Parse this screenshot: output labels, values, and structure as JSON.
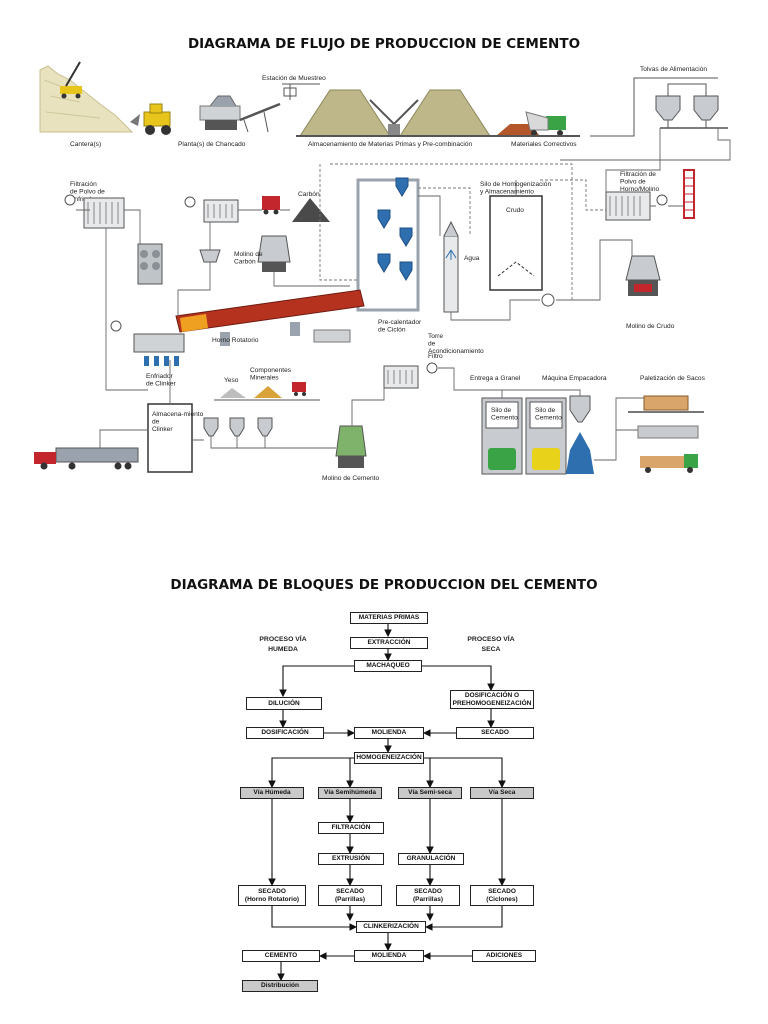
{
  "flow": {
    "title": "DIAGRAMA DE FLUJO DE PRODUCCION DE CEMENTO",
    "labels": {
      "cantera": "Cantera(s)",
      "chancado": "Planta(s) de Chancado",
      "estacion": "Estación de Muestreo",
      "almacenamiento": "Almacenamiento de Materias Primas y Pre-combinación",
      "correctivos": "Materiales Correctivos",
      "tolvas": "Tolvas de Alimentación",
      "filtro_enfriador": "Filtración de Polvo de Enfriador",
      "carbon": "Carbón",
      "molino_carbon": "Molino de Carbón",
      "silo_homog": "Silo de Homogenización y Almacenamiento",
      "crudo": "Crudo",
      "agua": "Agua",
      "filtro_horno": "Filtración de Polvo de Horno/Molino",
      "precalentador": "Pre-calentador de Ciclón",
      "horno": "Horno Rotatorio",
      "torre": "Torre de Acondicionamiento",
      "molino_crudo": "Molino de Crudo",
      "enfriador": "Enfriador de Clinker",
      "yeso": "Yeso",
      "componentes": "Componentes Minerales",
      "filtro": "Filtro",
      "granel": "Entrega a Granel",
      "empacadora": "Máquina Empacadora",
      "paletizacion": "Paletización de Sacos",
      "almac_clinker": "Almacena-miento de Clinker",
      "silo_cemento_1": "Silo de Cemento",
      "silo_cemento_2": "Silo de Cemento",
      "molino_cemento": "Molino de Cemento"
    }
  },
  "blocks": {
    "title": "DIAGRAMA DE BLOQUES DE PRODUCCION DEL CEMENTO",
    "humeda_label": "PROCESO VÍA HUMEDA",
    "seca_label": "PROCESO VÍA SECA",
    "materias": "MATERIAS PRIMAS",
    "extraccion": "EXTRACCIÓN",
    "machaqueo": "MACHAQUEO",
    "dilucion": "DILUCIÓN",
    "dosif_prehomo": "DOSIFICACIÓN O PREHOMOGENEIZACIÓN",
    "dosificacion": "DOSIFICACIÓN",
    "molienda": "MOLIENDA",
    "secado": "SECADO",
    "homogeneizacion": "HOMOGENEIZACIÓN",
    "via_humeda": "Vía Húmeda",
    "via_semihumeda": "Vía Semihúmeda",
    "via_semiseca": "Vía Semi-seca",
    "via_seca": "Vía Seca",
    "filtracion": "FILTRACIÓN",
    "extrusion": "EXTRUSIÓN",
    "granulacion": "GRANULACIÓN",
    "secado_horno": "SECADO",
    "secado_horno_sub": "(Horno Rotatorio)",
    "secado_parr1": "SECADO",
    "secado_parr1_sub": "(Parrillas)",
    "secado_parr2": "SECADO",
    "secado_parr2_sub": "(Parrillas)",
    "secado_ciclones": "SECADO",
    "secado_ciclones_sub": "(Ciclones)",
    "clinkerizacion": "CLINKERIZACIÓN",
    "molienda2": "MOLIENDA",
    "adiciones": "ADICIONES",
    "cemento": "CEMENTO",
    "distribucion": "Distribución"
  },
  "colors": {
    "kiln_red": "#b5321f",
    "pipe_gray": "#9aa3ad",
    "cyclone_blue": "#2e6fb0",
    "material_brown": "#b3562a",
    "material_gray": "#8a8a84",
    "machine_gray": "#c8ccd0",
    "dark_gray": "#555a60",
    "truck_red": "#c4262e",
    "truck_green": "#3aa345",
    "bag_tan": "#d9a56a",
    "yeso_gray": "#bdbdbd",
    "mineral_gold": "#d9a23a",
    "shaded_block": "#c9c9c9"
  }
}
